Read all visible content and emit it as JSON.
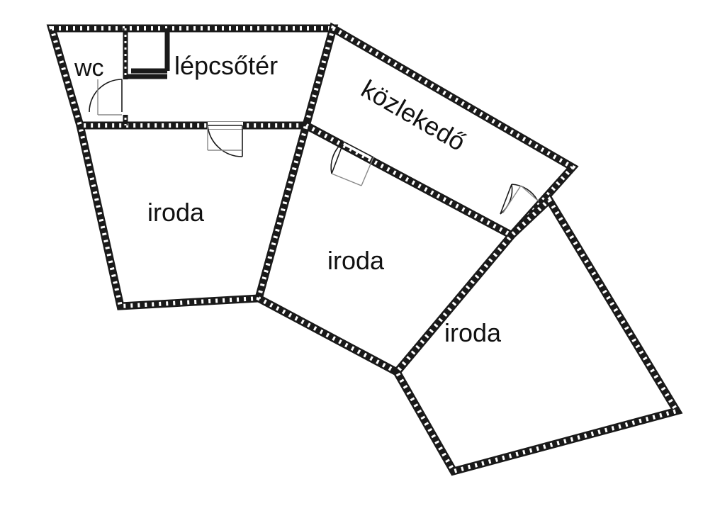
{
  "rooms": {
    "wc": "wc",
    "stairwell": "lépcsőtér",
    "corridor": "közlekedő",
    "office_1": "iroda",
    "office_2": "iroda",
    "office_3": "iroda"
  },
  "colors": {
    "wall": "#1a1a1a",
    "background": "#ffffff"
  }
}
